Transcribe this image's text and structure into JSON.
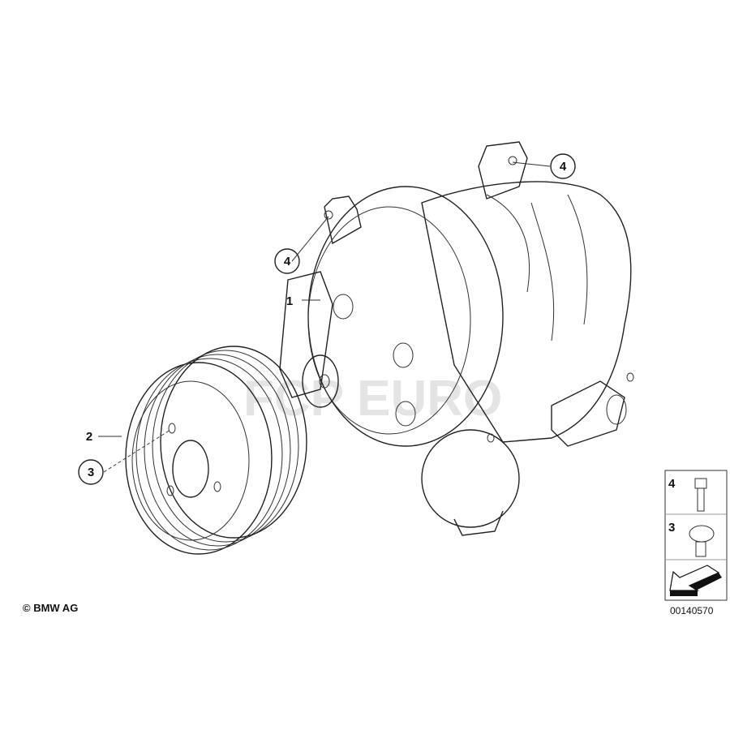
{
  "callouts": {
    "pump": "1",
    "pulley": "2",
    "pulley_bolt": "3",
    "mount_bolt_upper": "4",
    "mount_bolt_lower": "4"
  },
  "legend": {
    "items": [
      {
        "number": "4",
        "part": "bolt-12-point"
      },
      {
        "number": "3",
        "part": "bolt-hex-flange"
      }
    ],
    "arrow_icon": "direction-arrow-icon"
  },
  "copyright": "© BMW AG",
  "diagram_code": "00140570",
  "watermark": "FCP EURO"
}
